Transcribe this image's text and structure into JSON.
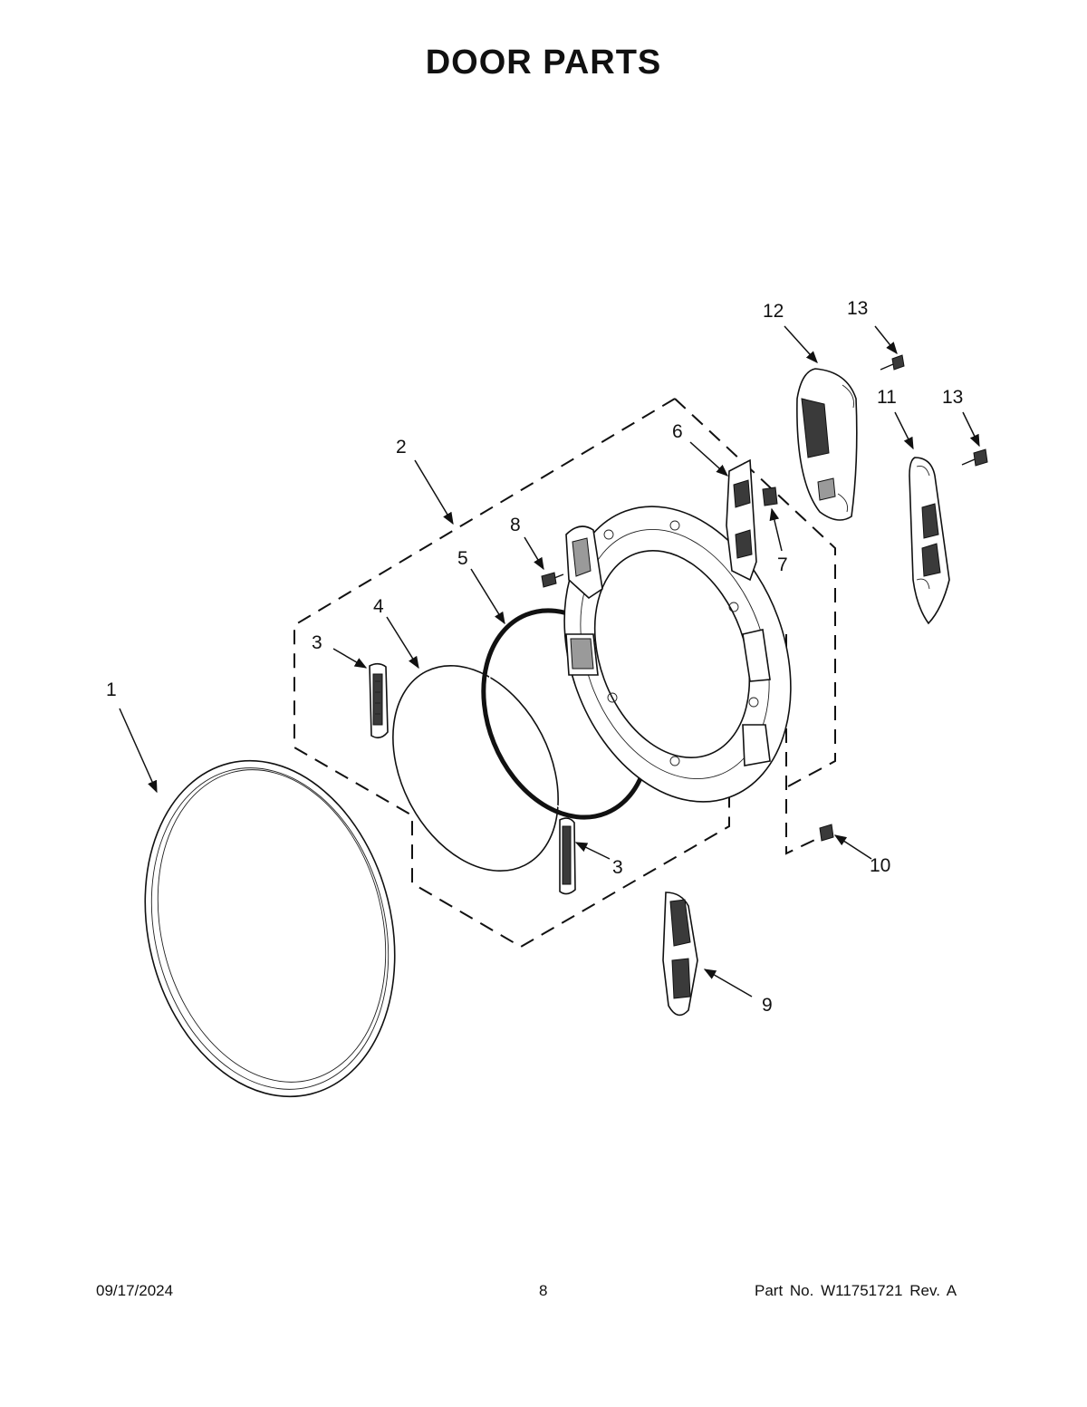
{
  "page": {
    "title": "DOOR PARTS",
    "footer": {
      "date": "09/17/2024",
      "page_number": "8",
      "part_info": "Part No.  W11751721  Rev.  A"
    }
  },
  "callouts": [
    {
      "id": "1",
      "label": "1"
    },
    {
      "id": "2",
      "label": "2"
    },
    {
      "id": "3a",
      "label": "3"
    },
    {
      "id": "3b",
      "label": "3"
    },
    {
      "id": "4",
      "label": "4"
    },
    {
      "id": "5",
      "label": "5"
    },
    {
      "id": "6",
      "label": "6"
    },
    {
      "id": "7",
      "label": "7"
    },
    {
      "id": "8",
      "label": "8"
    },
    {
      "id": "9",
      "label": "9"
    },
    {
      "id": "10",
      "label": "10"
    },
    {
      "id": "11",
      "label": "11"
    },
    {
      "id": "12",
      "label": "12"
    },
    {
      "id": "13a",
      "label": "13"
    },
    {
      "id": "13b",
      "label": "13"
    }
  ]
}
